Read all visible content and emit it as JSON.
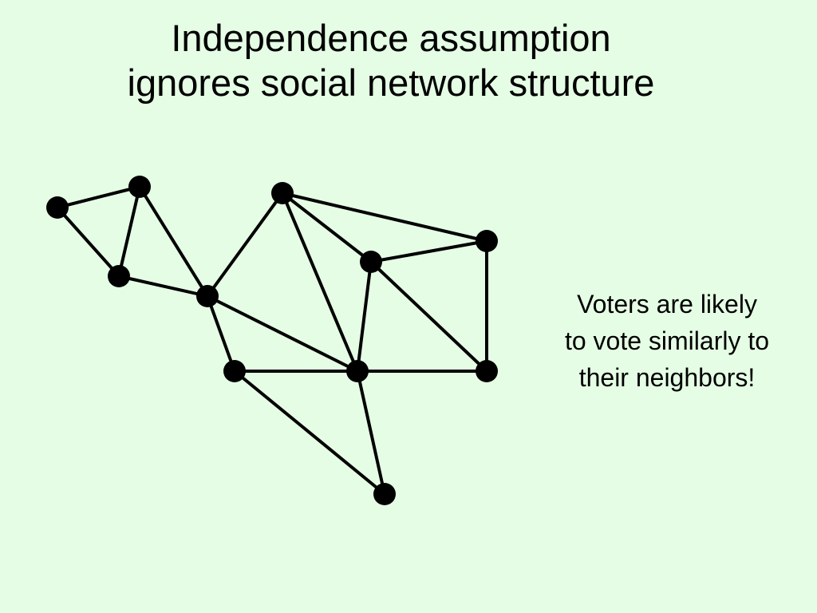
{
  "title": {
    "line1": "Independence assumption",
    "line2": "ignores social network structure"
  },
  "note": {
    "line1": "Voters are likely",
    "line2": "to vote similarly to",
    "line3": "their neighbors!"
  },
  "colors": {
    "background": "#e5fde5",
    "node": "#000000",
    "edge": "#000000",
    "text": "#000000"
  },
  "graph": {
    "nodes": [
      "n1",
      "n2",
      "n3",
      "n4",
      "n5",
      "n6",
      "n7",
      "n8",
      "n9",
      "n10",
      "n11",
      "n12"
    ],
    "edges": [
      [
        "n1",
        "n2"
      ],
      [
        "n1",
        "n3"
      ],
      [
        "n2",
        "n3"
      ],
      [
        "n2",
        "n4"
      ],
      [
        "n3",
        "n4"
      ],
      [
        "n4",
        "n5"
      ],
      [
        "n4",
        "n9"
      ],
      [
        "n4",
        "n10"
      ],
      [
        "n5",
        "n7"
      ],
      [
        "n5",
        "n8"
      ],
      [
        "n5",
        "n9"
      ],
      [
        "n7",
        "n8"
      ],
      [
        "n7",
        "n9"
      ],
      [
        "n7",
        "n11"
      ],
      [
        "n8",
        "n11"
      ],
      [
        "n9",
        "n10"
      ],
      [
        "n9",
        "n11"
      ],
      [
        "n9",
        "n12"
      ],
      [
        "n10",
        "n12"
      ]
    ]
  }
}
